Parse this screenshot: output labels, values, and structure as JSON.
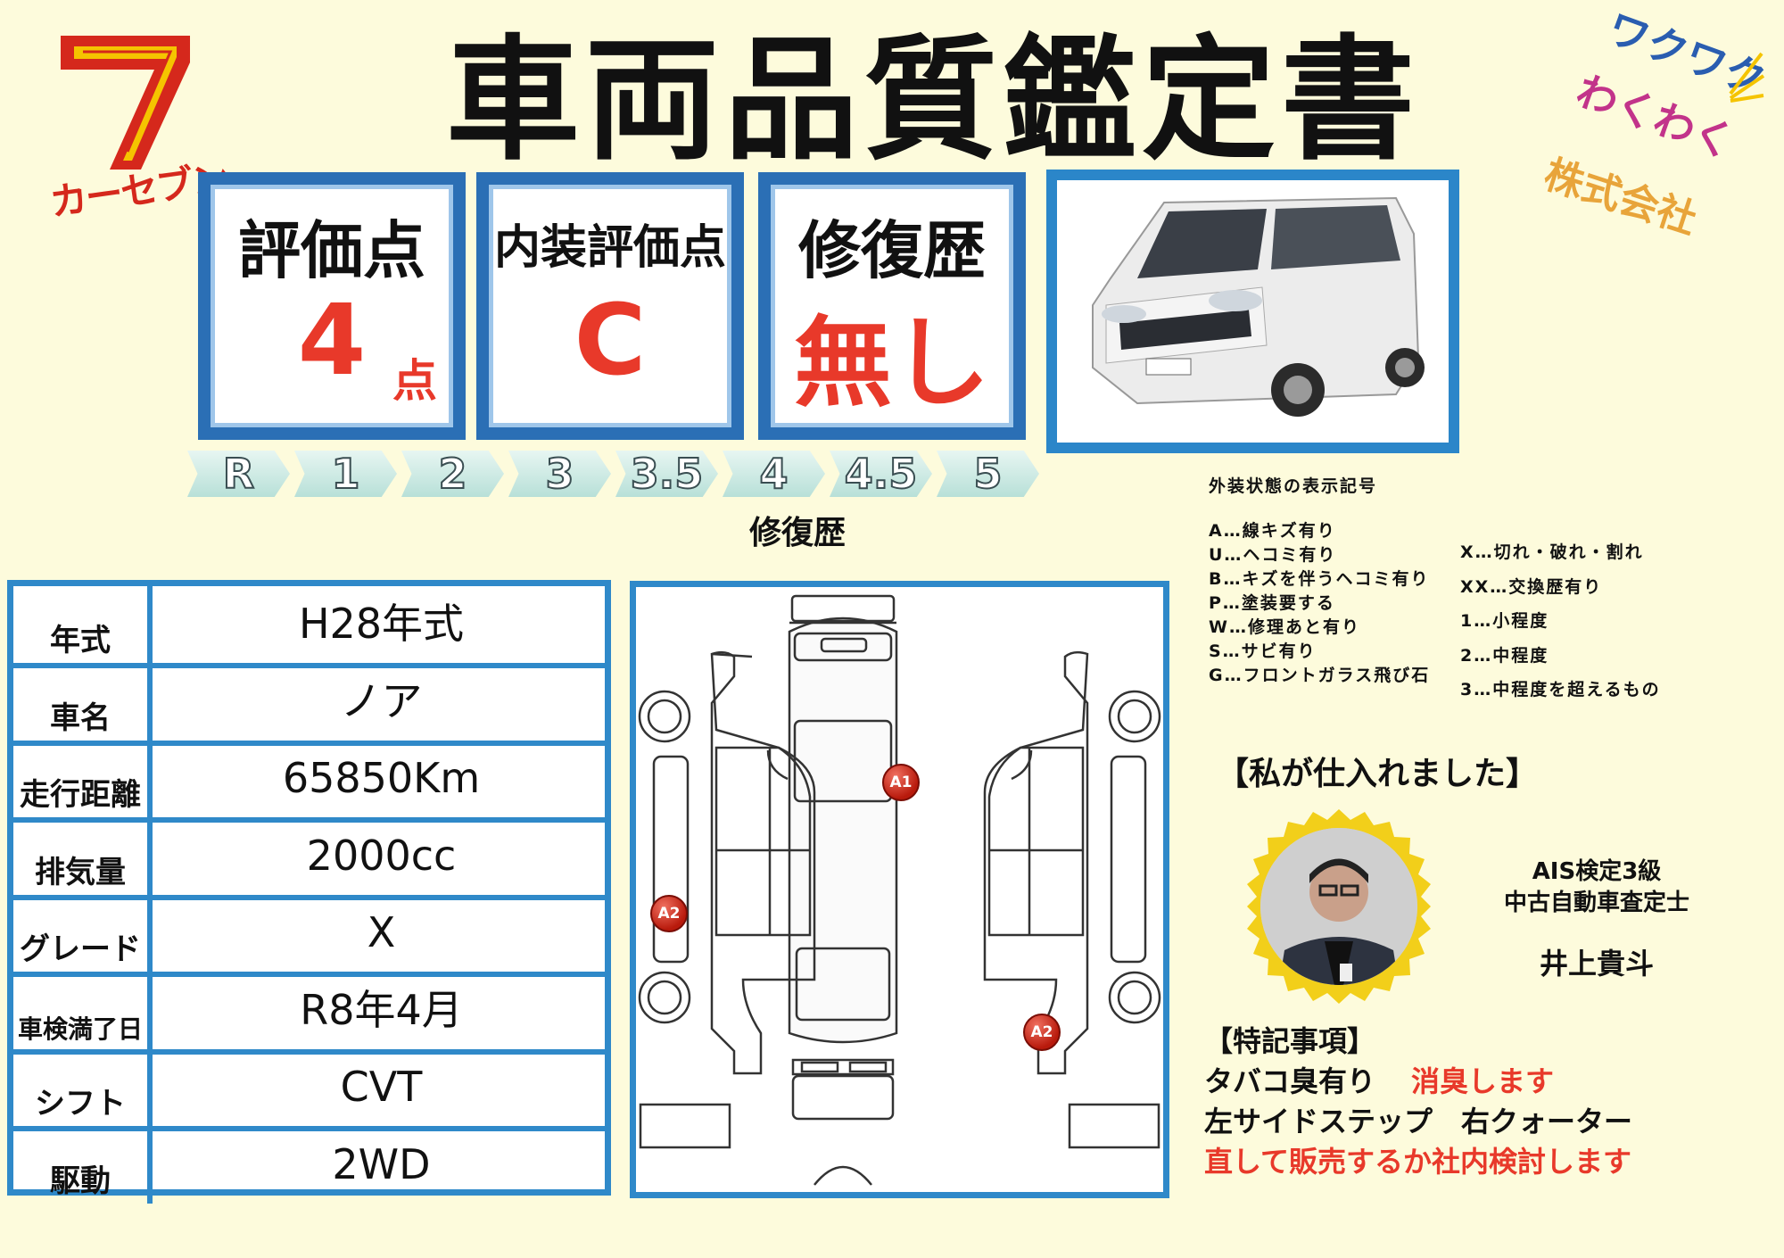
{
  "brand": {
    "logo_text": "カーセブン"
  },
  "title": "車両品質鑑定書",
  "company_logo": {
    "line1": "ワクワク",
    "line2": "わくわく",
    "line3": "株式会社"
  },
  "scores": {
    "overall": {
      "label": "評価点",
      "value": "4",
      "unit": "点"
    },
    "interior": {
      "label": "内装評価点",
      "value": "C"
    },
    "repair": {
      "label": "修復歴",
      "value": "無し"
    }
  },
  "grade_scale": {
    "steps": [
      "R",
      "1",
      "2",
      "3",
      "3.5",
      "4",
      "4.5",
      "5"
    ],
    "label": "修復歴"
  },
  "legend": {
    "title": "外装状態の表示記号",
    "left": [
      "A…線キズ有り",
      "U…ヘコミ有り",
      "B…キズを伴うヘコミ有り",
      "P…塗装要する",
      "W…修理あと有り",
      "S…サビ有り",
      "G…フロントガラス飛び石"
    ],
    "right": [
      "X…切れ・破れ・割れ",
      "XX…交換歴有り",
      "1…小程度",
      "2…中程度",
      "3…中程度を超えるもの"
    ]
  },
  "specs": [
    {
      "key": "年式",
      "value": "H28年式"
    },
    {
      "key": "車名",
      "value": "ノア"
    },
    {
      "key": "走行距離",
      "value": "65850Km"
    },
    {
      "key": "排気量",
      "value": "2000cc"
    },
    {
      "key": "グレード",
      "value": "X"
    },
    {
      "key": "車検満了日",
      "value": "R8年4月"
    },
    {
      "key": "シフト",
      "value": "CVT"
    },
    {
      "key": "駆動",
      "value": "2WD"
    }
  ],
  "damage_marks": [
    {
      "code": "A1",
      "area": "roof"
    },
    {
      "code": "A2",
      "area": "left-side"
    },
    {
      "code": "A2",
      "area": "right-rear"
    }
  ],
  "buyer": {
    "heading": "【私が仕入れました】",
    "qualification_line1": "AIS検定3級",
    "qualification_line2": "中古自動車査定士",
    "name": "井上貴斗"
  },
  "notes": {
    "heading": "【特記事項】",
    "line1_a": "タバコ臭有り",
    "line1_b": "消臭します",
    "line2": "左サイドステップ　右クォーター",
    "line3": "直して販売するか社内検討します"
  },
  "colors": {
    "accent_blue": "#2f89c9",
    "alert_red": "#e8392a",
    "background": "#fdfbdc"
  }
}
